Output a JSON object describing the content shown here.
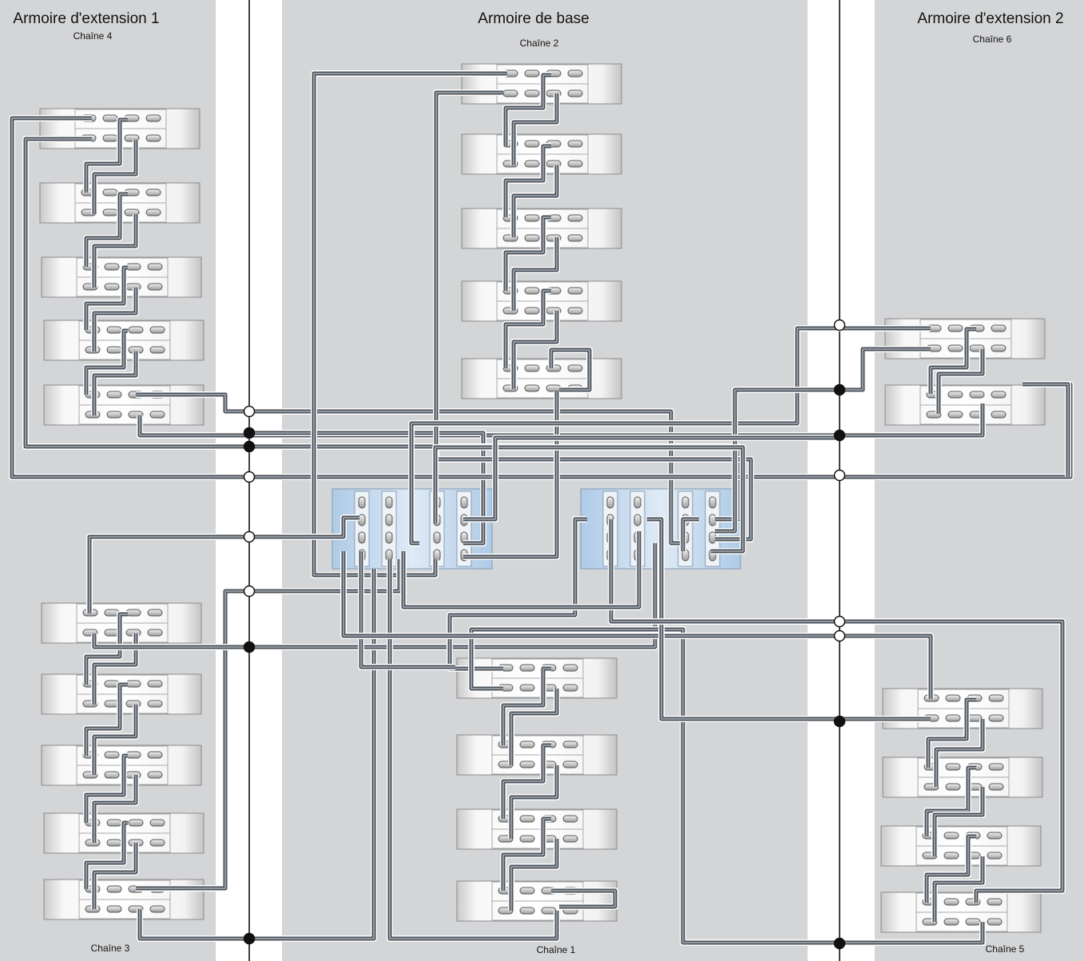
{
  "cabinets": {
    "left": {
      "title": "Armoire d'extension 1"
    },
    "center": {
      "title": "Armoire de base"
    },
    "right": {
      "title": "Armoire d'extension 2"
    }
  },
  "chains": {
    "c1": "Chaîne 1",
    "c2": "Chaîne 2",
    "c3": "Chaîne 3",
    "c4": "Chaîne 4",
    "c5": "Chaîne 5",
    "c6": "Chaîne 6"
  },
  "colors": {
    "cabinet_bg": "#d4d5d7",
    "cable": "#4a5058",
    "controller": "#c9dcef",
    "junction_filled": "#111111",
    "junction_open": "#ffffff"
  },
  "icons": {
    "disk_shelf": "disk-shelf-icon",
    "controller": "storage-controller-icon",
    "junction": "cable-junction-icon"
  }
}
